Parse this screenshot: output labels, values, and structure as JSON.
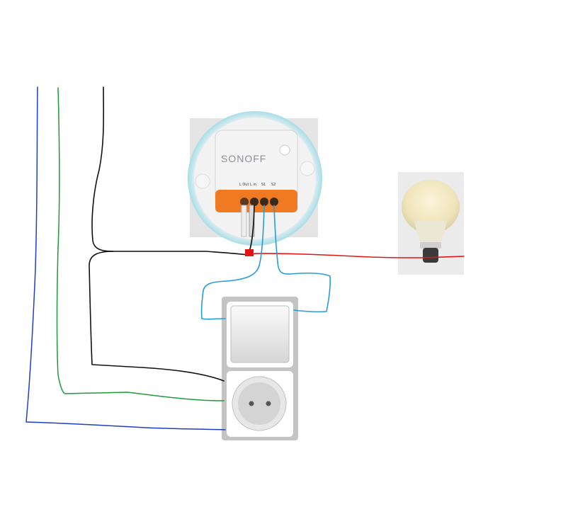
{
  "device": {
    "brand": "SONOFF",
    "terminals": [
      "L Out",
      "L in",
      "S1",
      "S2"
    ]
  },
  "colors": {
    "neutral_wire": "#1f3fbf",
    "earth_wire": "#1f9a3a",
    "phase_wire": "#111111",
    "lamp_wire": "#e01616",
    "switch_wire": "#2a9bd8",
    "module_accent": "#f07a22",
    "module_body": "#f4f4f4",
    "plate_frame": "#c4c4c4"
  }
}
